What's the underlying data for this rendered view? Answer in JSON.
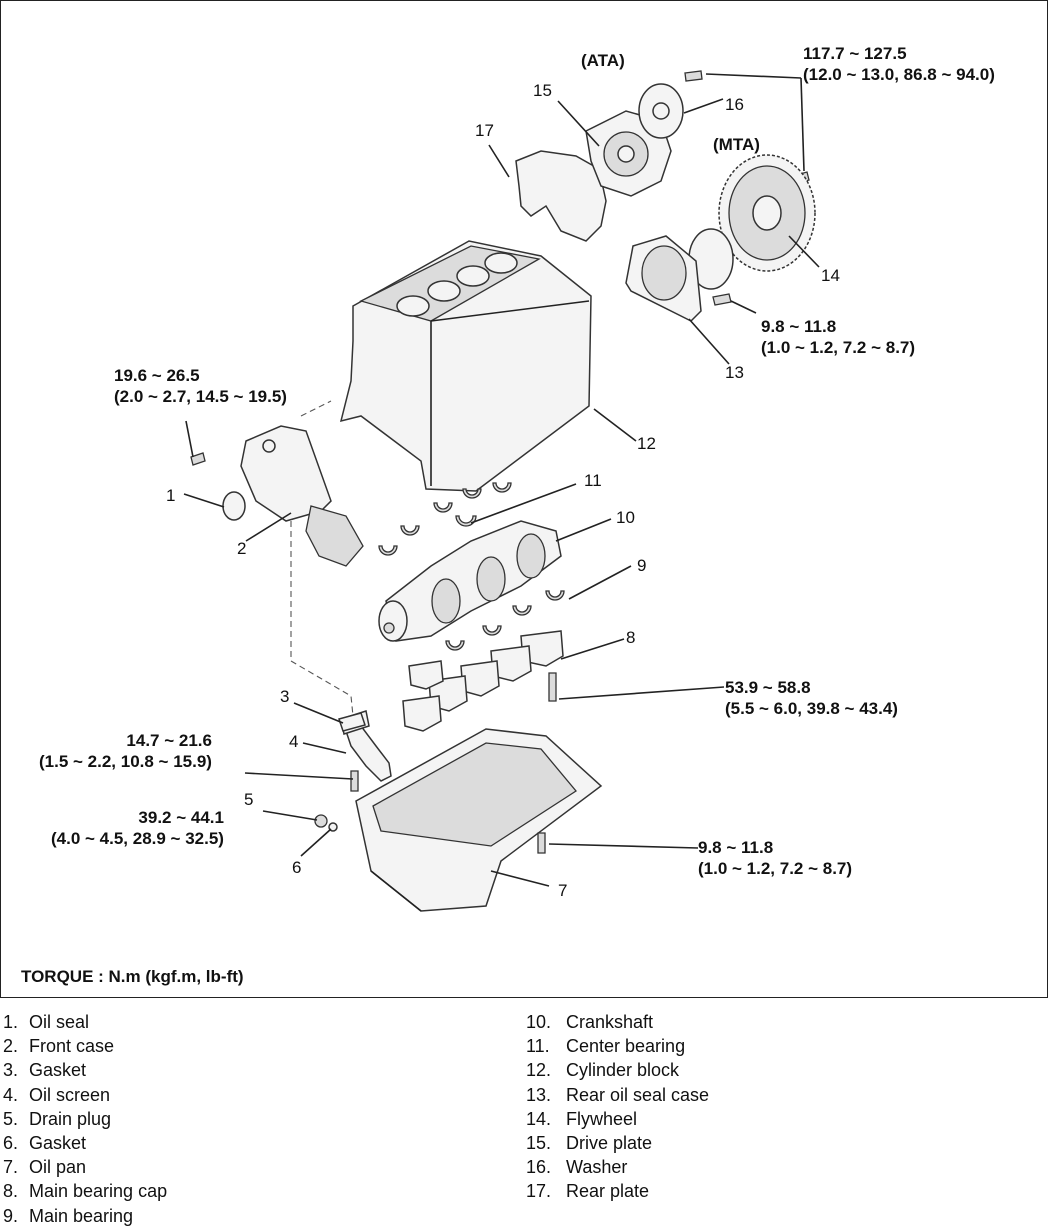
{
  "views": {
    "ata": "(ATA)",
    "mta": "(MTA)"
  },
  "callouts": [
    "1",
    "2",
    "3",
    "4",
    "5",
    "6",
    "7",
    "8",
    "9",
    "10",
    "11",
    "12",
    "13",
    "14",
    "15",
    "16",
    "17"
  ],
  "torques": {
    "flywheel_bolt": [
      "117.7 ~ 127.5",
      "(12.0 ~ 13.0, 86.8 ~ 94.0)"
    ],
    "seal_case_bolt": [
      "9.8 ~ 11.8",
      "(1.0 ~ 1.2, 7.2 ~ 8.7)"
    ],
    "front_case_bolt": [
      "19.6 ~ 26.5",
      "(2.0 ~ 2.7, 14.5 ~ 19.5)"
    ],
    "bearing_cap_bolt": [
      "53.9 ~ 58.8",
      "(5.5 ~ 6.0, 39.8 ~ 43.4)"
    ],
    "oil_screen_bolt": [
      "14.7 ~ 21.6",
      "(1.5 ~ 2.2, 10.8 ~ 15.9)"
    ],
    "drain_plug": [
      "39.2 ~ 44.1",
      "(4.0 ~ 4.5, 28.9 ~ 32.5)"
    ],
    "oil_pan_bolt": [
      "9.8 ~ 11.8",
      "(1.0 ~ 1.2, 7.2 ~ 8.7)"
    ]
  },
  "torque_note": "TORQUE : N.m (kgf.m, lb-ft)",
  "parts": [
    {
      "n": "1.",
      "name": "Oil seal"
    },
    {
      "n": "2.",
      "name": "Front case"
    },
    {
      "n": "3.",
      "name": "Gasket"
    },
    {
      "n": "4.",
      "name": "Oil screen"
    },
    {
      "n": "5.",
      "name": "Drain plug"
    },
    {
      "n": "6.",
      "name": "Gasket"
    },
    {
      "n": "7.",
      "name": "Oil pan"
    },
    {
      "n": "8.",
      "name": "Main bearing cap"
    },
    {
      "n": "9.",
      "name": "Main bearing"
    },
    {
      "n": "10.",
      "name": "Crankshaft"
    },
    {
      "n": "11.",
      "name": "Center bearing"
    },
    {
      "n": "12.",
      "name": "Cylinder block"
    },
    {
      "n": "13.",
      "name": "Rear oil seal case"
    },
    {
      "n": "14.",
      "name": "Flywheel"
    },
    {
      "n": "15.",
      "name": "Drive plate"
    },
    {
      "n": "16.",
      "name": "Washer"
    },
    {
      "n": "17.",
      "name": "Rear plate"
    }
  ]
}
